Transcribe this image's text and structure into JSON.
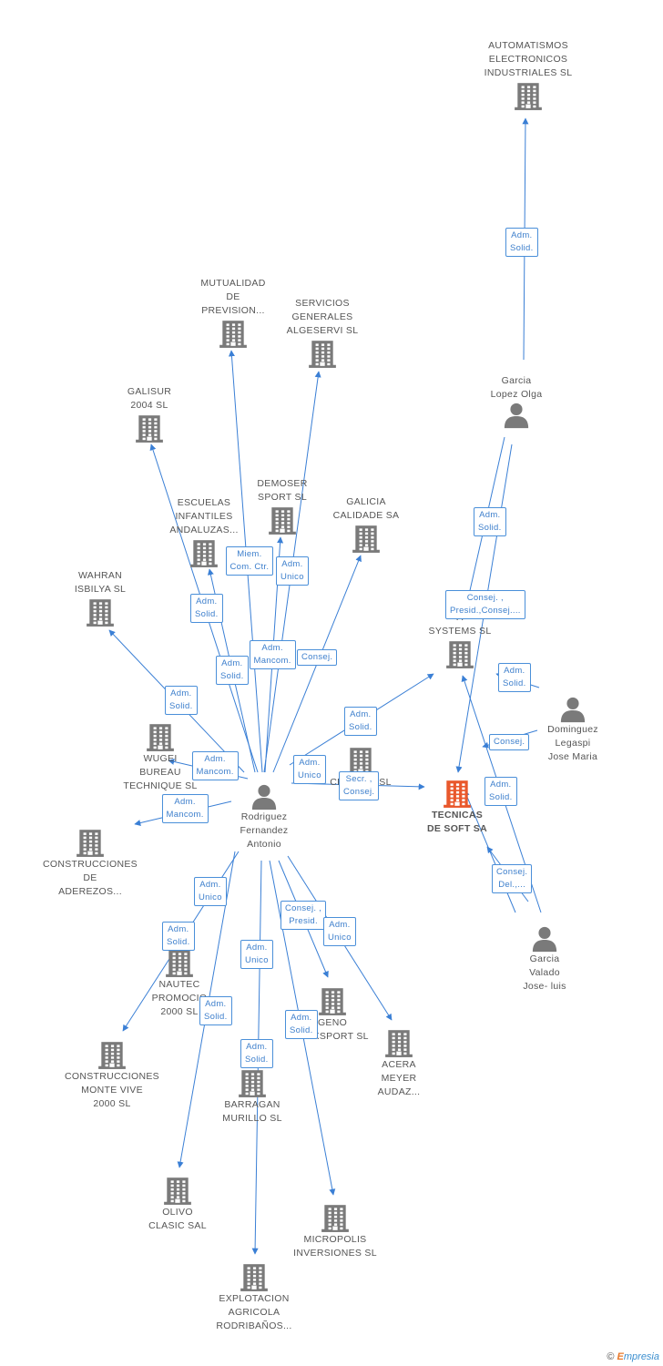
{
  "colors": {
    "edge": "#3a7fd5",
    "company": "#7a7a7a",
    "highlight": "#e9582c",
    "person": "#7a7a7a",
    "role_text": "#3d7fcc"
  },
  "nodes": [
    {
      "id": "automatismos",
      "type": "company",
      "lines": [
        "AUTOMATISMOS",
        "ELECTRONICOS",
        "INDUSTRIALES SL"
      ]
    },
    {
      "id": "mutualidad",
      "type": "company",
      "lines": [
        "MUTUALIDAD",
        "DE",
        "PREVISION..."
      ]
    },
    {
      "id": "servicios",
      "type": "company",
      "lines": [
        "SERVICIOS",
        "GENERALES",
        "ALGESERVI  SL"
      ]
    },
    {
      "id": "galisur",
      "type": "company",
      "lines": [
        "GALISUR",
        "2004 SL"
      ]
    },
    {
      "id": "demoser",
      "type": "company",
      "lines": [
        "DEMOSER",
        "SPORT SL"
      ]
    },
    {
      "id": "escuelas",
      "type": "company",
      "lines": [
        "ESCUELAS",
        "INFANTILES",
        "ANDALUZAS..."
      ]
    },
    {
      "id": "galicia",
      "type": "company",
      "lines": [
        "GALICIA",
        "CALIDADE SA"
      ]
    },
    {
      "id": "wahran",
      "type": "company",
      "lines": [
        "WAHRAN",
        "ISBILYA SL"
      ]
    },
    {
      "id": "systems",
      "type": "company",
      "lines": [
        "A",
        "SYSTEMS SL"
      ]
    },
    {
      "id": "wugei",
      "type": "company",
      "lines": [
        "WUGEI",
        "BUREAU",
        "TECHNIQUE SL"
      ]
    },
    {
      "id": "cristina",
      "type": "company",
      "lines": [
        "CRISTINA SL"
      ]
    },
    {
      "id": "tecnicas",
      "type": "highlight",
      "lines": [
        "TECNICAS",
        "DE SOFT SA"
      ]
    },
    {
      "id": "construcciones_aderezos",
      "type": "company",
      "lines": [
        "CONSTRUCCIONES",
        "DE",
        "ADEREZOS..."
      ]
    },
    {
      "id": "nautec",
      "type": "company",
      "lines": [
        "NAUTEC",
        "PROMOCIO",
        "2000 SL"
      ]
    },
    {
      "id": "geno",
      "type": "company",
      "lines": [
        "GENO",
        "IDEXSPORT SL"
      ]
    },
    {
      "id": "acera",
      "type": "company",
      "lines": [
        "ACERA",
        "MEYER",
        "AUDAZ..."
      ]
    },
    {
      "id": "construcciones_monte",
      "type": "company",
      "lines": [
        "CONSTRUCCIONES",
        "MONTE VIVE",
        "2000 SL"
      ]
    },
    {
      "id": "barragan",
      "type": "company",
      "lines": [
        "BARRAGAN",
        "MURILLO SL"
      ]
    },
    {
      "id": "olivo",
      "type": "company",
      "lines": [
        "OLIVO",
        "CLASIC SAL"
      ]
    },
    {
      "id": "micropolis",
      "type": "company",
      "lines": [
        "MICROPOLIS",
        "INVERSIONES SL"
      ]
    },
    {
      "id": "explotacion",
      "type": "company",
      "lines": [
        "EXPLOTACION",
        "AGRICOLA",
        "RODRIBAÑOS..."
      ]
    },
    {
      "id": "garcia_olga",
      "type": "person",
      "lines": [
        "Garcia",
        "Lopez Olga"
      ]
    },
    {
      "id": "dominguez",
      "type": "person",
      "lines": [
        "Dominguez",
        "Legaspi",
        "Jose Maria"
      ]
    },
    {
      "id": "rodriguez",
      "type": "person",
      "lines": [
        "Rodriguez",
        "Fernandez",
        "Antonio"
      ]
    },
    {
      "id": "garcia_valado",
      "type": "person",
      "lines": [
        "Garcia",
        "Valado",
        "Jose- luis"
      ]
    }
  ],
  "roles": [
    {
      "lines": [
        "Adm.",
        "Solid."
      ]
    },
    {
      "lines": [
        "Adm.",
        "Solid."
      ]
    },
    {
      "lines": [
        "Consej. ,",
        "Presid.,Consej...."
      ]
    },
    {
      "lines": [
        "Adm.",
        "Solid."
      ]
    },
    {
      "lines": [
        "Consej."
      ]
    },
    {
      "lines": [
        "Adm.",
        "Solid."
      ]
    },
    {
      "lines": [
        "Consej.",
        "Del.,..."
      ]
    },
    {
      "lines": [
        "Miem.",
        "Com. Ctr."
      ]
    },
    {
      "lines": [
        "Adm.",
        "Unico"
      ]
    },
    {
      "lines": [
        "Adm.",
        "Solid."
      ]
    },
    {
      "lines": [
        "Adm.",
        "Solid."
      ]
    },
    {
      "lines": [
        "Adm.",
        "Mancom."
      ]
    },
    {
      "lines": [
        "Consej."
      ]
    },
    {
      "lines": [
        "Adm.",
        "Solid."
      ]
    },
    {
      "lines": [
        "Adm.",
        "Solid."
      ]
    },
    {
      "lines": [
        "Adm.",
        "Mancom."
      ]
    },
    {
      "lines": [
        "Adm.",
        "Unico"
      ]
    },
    {
      "lines": [
        "Secr. ,",
        "Consej."
      ]
    },
    {
      "lines": [
        "Adm.",
        "Mancom."
      ]
    },
    {
      "lines": [
        "Adm.",
        "Unico"
      ]
    },
    {
      "lines": [
        "Adm.",
        "Solid."
      ]
    },
    {
      "lines": [
        "Consej. ,",
        "Presid."
      ]
    },
    {
      "lines": [
        "Adm.",
        "Unico"
      ]
    },
    {
      "lines": [
        "Adm.",
        "Unico"
      ]
    },
    {
      "lines": [
        "Adm.",
        "Solid."
      ]
    },
    {
      "lines": [
        "Adm.",
        "Solid."
      ]
    },
    {
      "lines": [
        "Adm.",
        "Solid."
      ]
    }
  ],
  "brand": {
    "copyright": "©",
    "e": "E",
    "rest": "mpresia"
  }
}
